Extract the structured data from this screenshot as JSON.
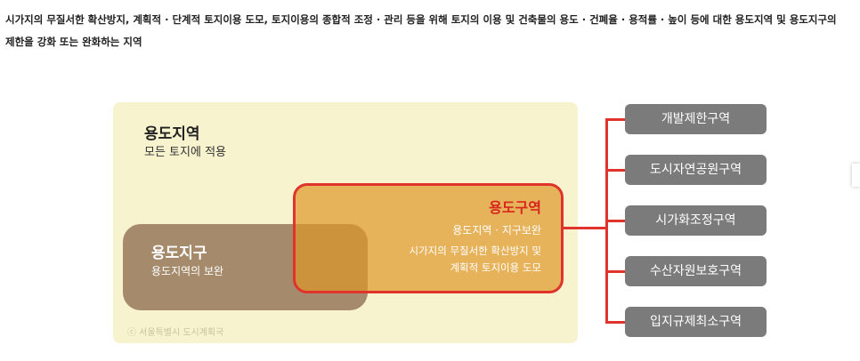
{
  "intro": {
    "line1": "시가지의 무질서한 확산방지, 계획적 · 단계적 토지이용 도모, 토지이용의 종합적 조정 · 관리 등을 위해 토지의 이용 및 건축물의 용도 · 건폐율 · 용적률 · 높이 등에 대한 용도지역 및 용도지구의",
    "line2": "제한을 강화 또는 완화하는 지역"
  },
  "diagram": {
    "use_district": {
      "title": "용도지역",
      "subtitle": "모든 토지에 적용"
    },
    "use_area": {
      "title": "용도지구",
      "subtitle": "용도지역의 보완"
    },
    "use_zone": {
      "title": "용도구역",
      "line1": "용도지역 · 지구보완",
      "line2": "시가지의 무질서한 확산방지 및",
      "line3": "계획적 토지이용 도모"
    },
    "credit": "ⓒ 서울특별시 도시계획국",
    "zone_types": [
      "개발제한구역",
      "도시자연공원구역",
      "시가화조정구역",
      "수산자원보호구역",
      "입지규제최소구역"
    ],
    "colors": {
      "district_bg": "#f7f3cf",
      "area_bg": "#a58b6c",
      "zone_bg": "#de9628",
      "accent_red": "#e0332b",
      "zone_button": "#7b7b7b"
    }
  }
}
